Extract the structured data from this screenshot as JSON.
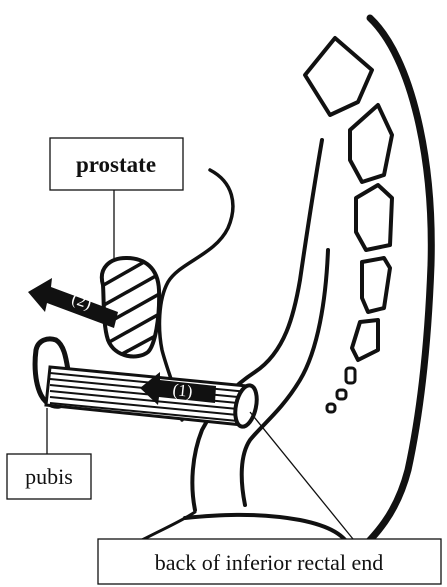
{
  "labels": {
    "prostate": "prostate",
    "pubis": "pubis",
    "rectal_end": "back of inferior rectal end"
  },
  "markers": {
    "one": "(1)",
    "two": "(2)"
  },
  "colors": {
    "ink": "#111111",
    "background": "#ffffff",
    "marker_text": "#ffffff"
  }
}
